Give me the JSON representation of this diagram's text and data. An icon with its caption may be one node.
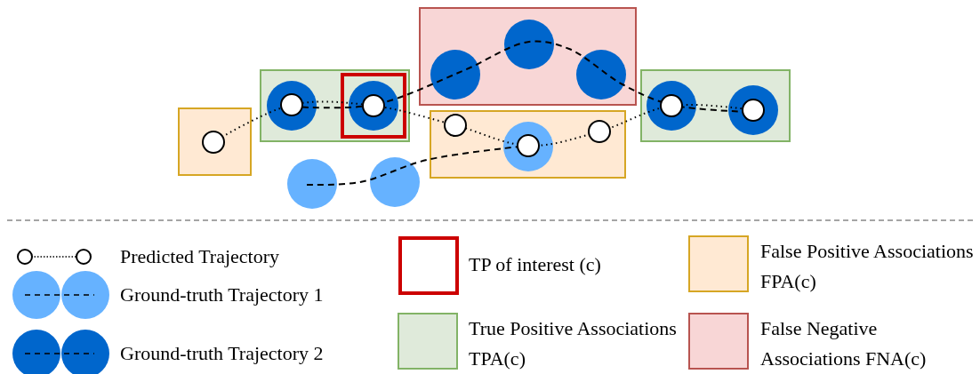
{
  "diagram": {
    "legend": [
      {
        "text": "Predicted Trajectory"
      },
      {
        "text": "Ground-truth Trajectory 1"
      },
      {
        "text": "Ground-truth Trajectory 2"
      },
      {
        "text": "TP of interest (c)"
      },
      {
        "text": "True Positive Associations TPA(c)",
        "color": "#dfeada"
      },
      {
        "text": "False Positive Associations FPA(c)",
        "color": "#ffe9d3"
      },
      {
        "text": "False Negative Associations FNA(c)",
        "color": "#f8d6d6"
      }
    ]
  }
}
